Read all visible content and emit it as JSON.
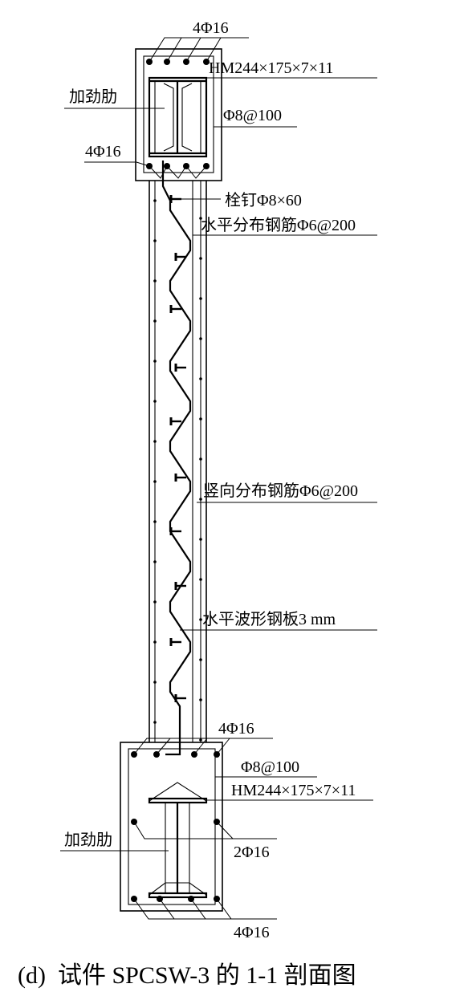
{
  "labels": {
    "top_long_bars": "4Φ16",
    "top_section": "HM244×175×7×11",
    "top_stiffener": "加劲肋",
    "top_stirrup": "Φ8@100",
    "top_lower_bars": "4Φ16",
    "stud": "栓钉Φ8×60",
    "horizontal_rebar": "水平分布钢筋Φ6@200",
    "vertical_rebar": "竖向分布钢筋Φ6@200",
    "corrugated_plate": "水平波形钢板3 mm",
    "bottom_upper_bars": "4Φ16",
    "bottom_stirrup": "Φ8@100",
    "bottom_section": "HM244×175×7×11",
    "bottom_stiffener": "加劲肋",
    "bottom_side_bars": "2Φ16",
    "bottom_long_bars": "4Φ16"
  },
  "caption": "(d)  试件 SPCSW-3 的 1-1 剖面图"
}
